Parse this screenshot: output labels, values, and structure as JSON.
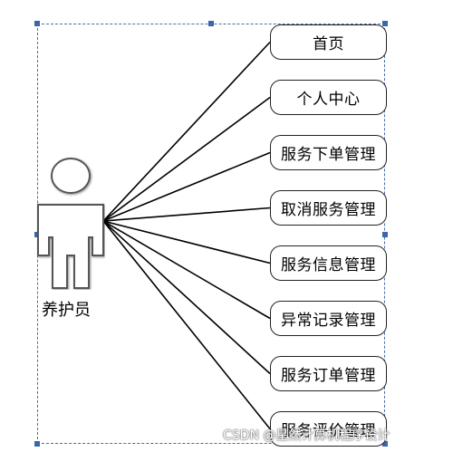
{
  "diagram": {
    "actor": {
      "label": "养护员",
      "icon": "person-icon"
    },
    "use_cases": [
      "首页",
      "个人中心",
      "服务下单管理",
      "取消服务管理",
      "服务信息管理",
      "异常记录管理",
      "服务订单管理",
      "服务评价管理"
    ]
  },
  "watermark": "CSDN @星然计算机程序设计",
  "colors": {
    "line": "#000000",
    "selection": "#4a6fa5",
    "handle": "#3b67a8"
  }
}
